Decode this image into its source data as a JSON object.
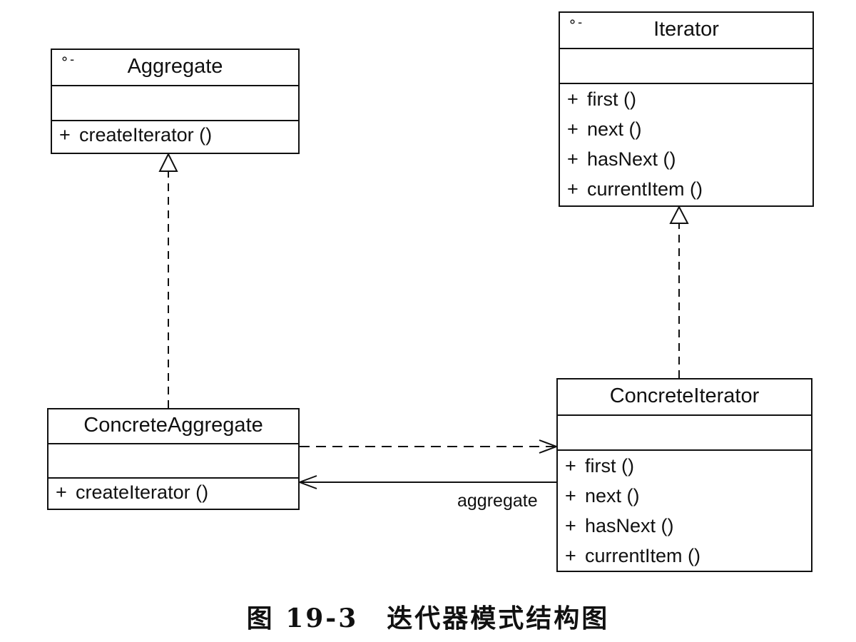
{
  "classes": {
    "aggregate": {
      "name": "Aggregate",
      "stereotype_icon": "⚬-",
      "operations": [
        {
          "visibility": "+",
          "signature": "createIterator ()"
        }
      ]
    },
    "iterator": {
      "name": "Iterator",
      "stereotype_icon": "⚬-",
      "operations": [
        {
          "visibility": "+",
          "signature": "first ()"
        },
        {
          "visibility": "+",
          "signature": "next ()"
        },
        {
          "visibility": "+",
          "signature": "hasNext ()"
        },
        {
          "visibility": "+",
          "signature": "currentItem ()"
        }
      ]
    },
    "concrete_aggregate": {
      "name": "ConcreteAggregate",
      "operations": [
        {
          "visibility": "+",
          "signature": "createIterator ()"
        }
      ]
    },
    "concrete_iterator": {
      "name": "ConcreteIterator",
      "operations": [
        {
          "visibility": "+",
          "signature": "first ()"
        },
        {
          "visibility": "+",
          "signature": "next ()"
        },
        {
          "visibility": "+",
          "signature": "hasNext ()"
        },
        {
          "visibility": "+",
          "signature": "currentItem ()"
        }
      ]
    }
  },
  "relations": {
    "association_label": "aggregate"
  },
  "caption": {
    "figure_number": "图 19-3",
    "title": "迭代器模式结构图"
  }
}
